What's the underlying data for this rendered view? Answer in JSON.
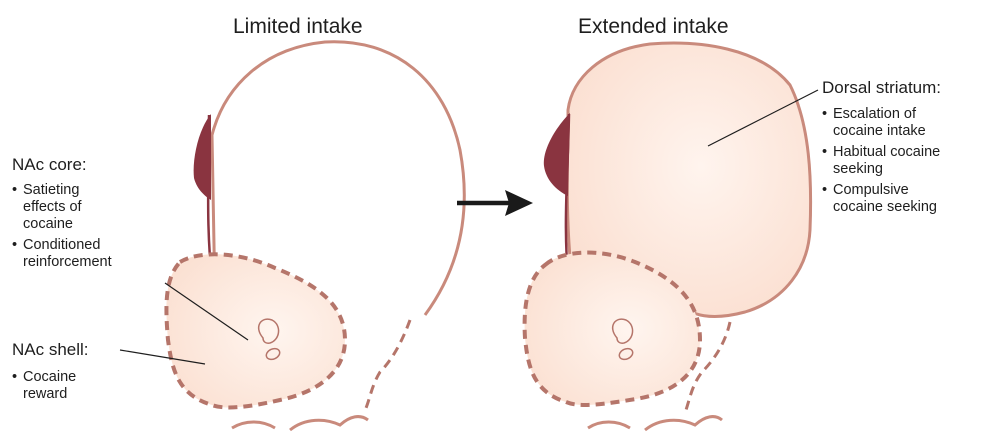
{
  "panels": {
    "left_title": "Limited intake",
    "right_title": "Extended intake"
  },
  "nac_core": {
    "heading": "NAc core:",
    "bullets": [
      "Satieting\neffects of\ncocaine",
      "Conditioned\nreinforcement"
    ]
  },
  "nac_shell": {
    "heading": "NAc shell:",
    "bullets": [
      "Cocaine\nreward"
    ]
  },
  "dorsal_striatum": {
    "heading": "Dorsal striatum:",
    "bullets": [
      "Escalation of\ncocaine intake",
      "Habitual cocaine\nseeking",
      "Compulsive\ncocaine seeking"
    ]
  },
  "colors": {
    "outline": "#c98a7c",
    "fill_light": "#fbe3d6",
    "fill_center": "#fff3ec",
    "dashed_region": "#b5756a",
    "dark_structure": "#8a3440",
    "arrow": "#1a1a1a"
  }
}
